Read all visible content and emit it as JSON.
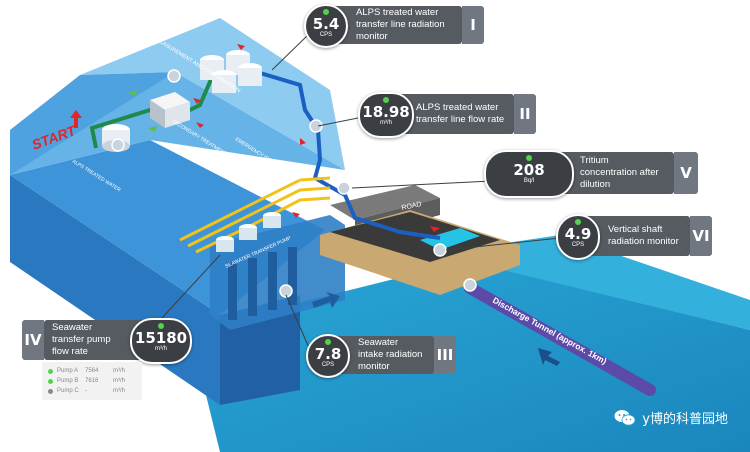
{
  "start_label": "START",
  "labels": {
    "alps": "ALPS TREATED WATER",
    "measurement": "MEASUREMENT AND CONFIRMATION",
    "secondary": "SECONDARY TREATMENT FACILITY (ALPS)",
    "emergency": "EMERGENCY ISOLATION VALVE",
    "seawater_pump": "SEAWATER TRANSFER PUMP",
    "road": "ROAD",
    "tunnel": "Discharge Tunnel (approx. 1km)"
  },
  "callouts": [
    {
      "id": "I",
      "value": "5.4",
      "unit": "CPS",
      "text": "ALPS treated water transfer line radiation monitor"
    },
    {
      "id": "II",
      "value": "18.98",
      "unit": "m³/h",
      "text": "ALPS treated water transfer line flow rate"
    },
    {
      "id": "V",
      "value": "208",
      "unit": "Bq/l",
      "text": "Tritium concentration after dilution"
    },
    {
      "id": "VI",
      "value": "4.9",
      "unit": "CPS",
      "text": "Vertical shaft radiation monitor"
    },
    {
      "id": "III",
      "value": "7.8",
      "unit": "CPS",
      "text": "Seawater intake radiation monitor"
    },
    {
      "id": "IV",
      "value": "15180",
      "unit": "m³/h",
      "text": "Seawater transfer pump flow rate"
    }
  ],
  "pumps": [
    {
      "name": "Pump A",
      "value": "7564",
      "unit": "m³/h",
      "color": "#52d34a"
    },
    {
      "name": "Pump B",
      "value": "7616",
      "unit": "m³/h",
      "color": "#52d34a"
    },
    {
      "name": "Pump C",
      "value": "-",
      "unit": "m³/h",
      "color": "#8a8a8a"
    }
  ],
  "watermark": "y博的科普园地",
  "colors": {
    "sea": "#1f9fd0",
    "land": "#3f97d8",
    "pipe": "#1b5fc2",
    "seawater_pipe": "#f2c21b",
    "alps_pipe": "#1f8a4a",
    "arrow": "#e0252b",
    "tunnel": "#5b4aa8"
  }
}
